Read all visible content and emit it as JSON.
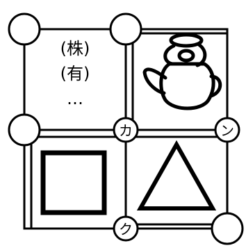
{
  "canvas": {
    "background": "#ffffff",
    "stroke_color": "#000000"
  },
  "labels": {
    "kabushiki": "(株)",
    "yugen": "(有)",
    "ellipsis": "…"
  },
  "nodes": {
    "ka": "カ",
    "n": "ン",
    "ku": "ク"
  },
  "pictures": {
    "top_right": "teapot-icon",
    "bottom_left": "square-shape",
    "bottom_right": "triangle-shape"
  }
}
